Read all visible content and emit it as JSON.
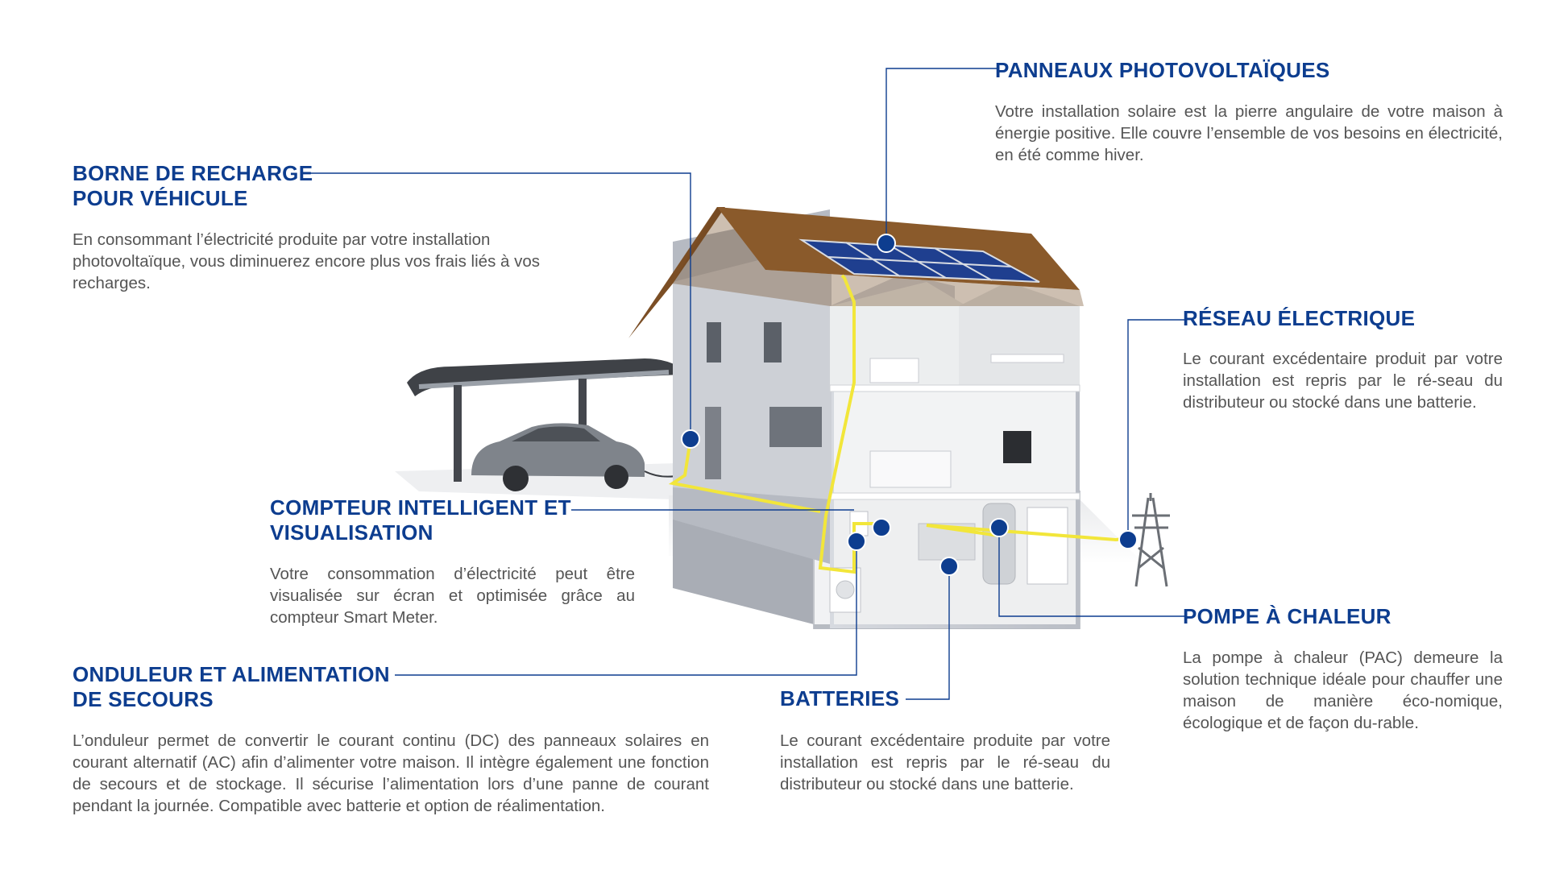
{
  "sections": {
    "panneaux": {
      "title": "PANNEAUX PHOTOVOLTAÏQUES",
      "text": "Votre installation solaire est la pierre angulaire de votre maison à énergie positive. Elle couvre l’ensemble de vos besoins en électricité, en été comme hiver."
    },
    "borne": {
      "title_line1": "BORNE DE RECHARGE",
      "title_line2": "POUR VÉHICULE",
      "text": "En consommant l’électricité produite par votre installation photovoltaïque, vous diminuerez encore plus vos frais liés à vos recharges."
    },
    "reseau": {
      "title": "RÉSEAU ÉLECTRIQUE",
      "text": "Le courant excédentaire produit par votre installation est repris par le ré-seau du distributeur ou stocké dans une batterie."
    },
    "compteur": {
      "title_line1": "COMPTEUR INTELLIGENT ET",
      "title_line2": "VISUALISATION",
      "text": "Votre consommation d’électricité peut être visualisée sur écran et optimisée grâce au compteur Smart Meter."
    },
    "pompe": {
      "title": "POMPE À CHALEUR",
      "text": "La pompe à chaleur (PAC) demeure la solution technique idéale pour chauffer une maison de manière éco-nomique, écologique et de façon du-rable."
    },
    "onduleur": {
      "title_line1": "ONDULEUR ET ALIMENTATION",
      "title_line2": "DE SECOURS",
      "text": "L’onduleur permet de convertir le courant continu (DC) des panneaux solaires en courant alternatif (AC) afin d’alimenter votre maison. Il intègre également une fonction de secours et de stockage. Il sécurise l’alimentation lors d’une panne de courant pendant la journée. Compatible avec batterie et option de réalimentation."
    },
    "batteries": {
      "title": "BATTERIES",
      "text": "Le courant excédentaire produite par votre installation est repris par le ré-seau du distributeur ou stocké dans une batterie."
    }
  },
  "colors": {
    "title": "#0d3d8f",
    "body_text": "#555555",
    "marker": "#0d3d8f",
    "leader_line": "#0d3d8f",
    "wiring": "#f2e63a",
    "roof": "#8a5a2b",
    "wall": "#c9ccd2",
    "solar_panel": "#1f3f8f"
  }
}
